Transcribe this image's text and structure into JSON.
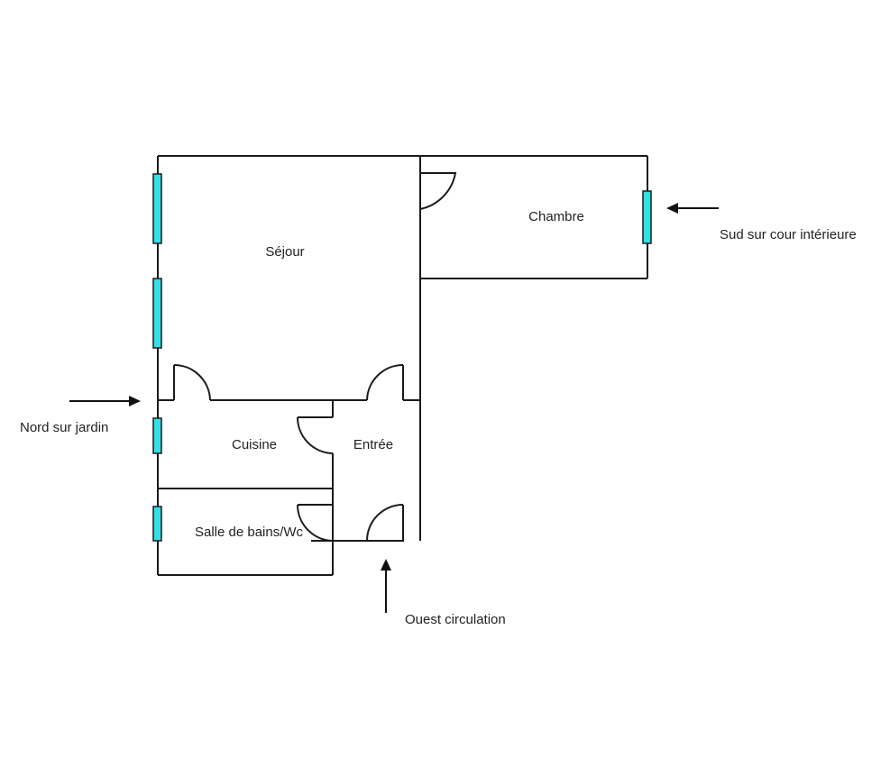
{
  "rooms": {
    "sejour": "Séjour",
    "chambre": "Chambre",
    "cuisine": "Cuisine",
    "entree": "Entrée",
    "salle_de_bains": "Salle de bains/Wc"
  },
  "orientations": {
    "nord": "Nord sur jardin",
    "sud": "Sud sur cour intérieure",
    "ouest": "Ouest circulation"
  },
  "colors": {
    "window": "#33e0e6",
    "wall": "#1a1a1a"
  }
}
